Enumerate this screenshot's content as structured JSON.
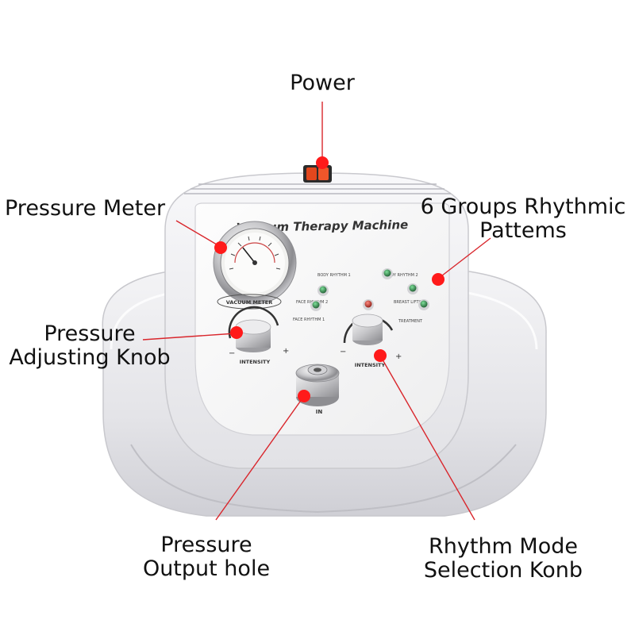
{
  "annotations": {
    "power": {
      "lines": [
        "Power"
      ]
    },
    "pressure_meter": {
      "lines": [
        "Pressure Meter"
      ]
    },
    "rhythmic_patterns": {
      "lines": [
        "6 Groups Rhythmic",
        "Pattems"
      ]
    },
    "adjusting_knob": {
      "lines": [
        "Pressure",
        "Adjusting Knob"
      ]
    },
    "output_hole": {
      "lines": [
        "Pressure",
        "Output hole"
      ]
    },
    "rhythm_selection": {
      "lines": [
        "Rhythm Mode",
        "Selection Konb"
      ]
    }
  },
  "machine": {
    "panel_title": "Vacuum Therapy Machine",
    "gauge_label": "VACUUM METER",
    "left_knob_label": "INTENSITY",
    "right_knob_label": "INTENSITY",
    "outlet_label": "IN",
    "minus_sign": "−",
    "plus_sign": "+",
    "rhythm_labels": {
      "body_1": "BODY RHYTHM 1",
      "body_2": "BODY RHYTHM 2",
      "face_2": "FACE RHYTHM 2",
      "breast": "BREAST LIFTING",
      "face_1": "FACE RHYTHM 1",
      "treatment": "TREATMENT"
    }
  },
  "colors": {
    "callout_line": "#d9262c",
    "callout_dot": "#ff1a1a",
    "text": "#111111",
    "indicator_green": "#2f8f4a",
    "indicator_red": "#d23a2a"
  }
}
